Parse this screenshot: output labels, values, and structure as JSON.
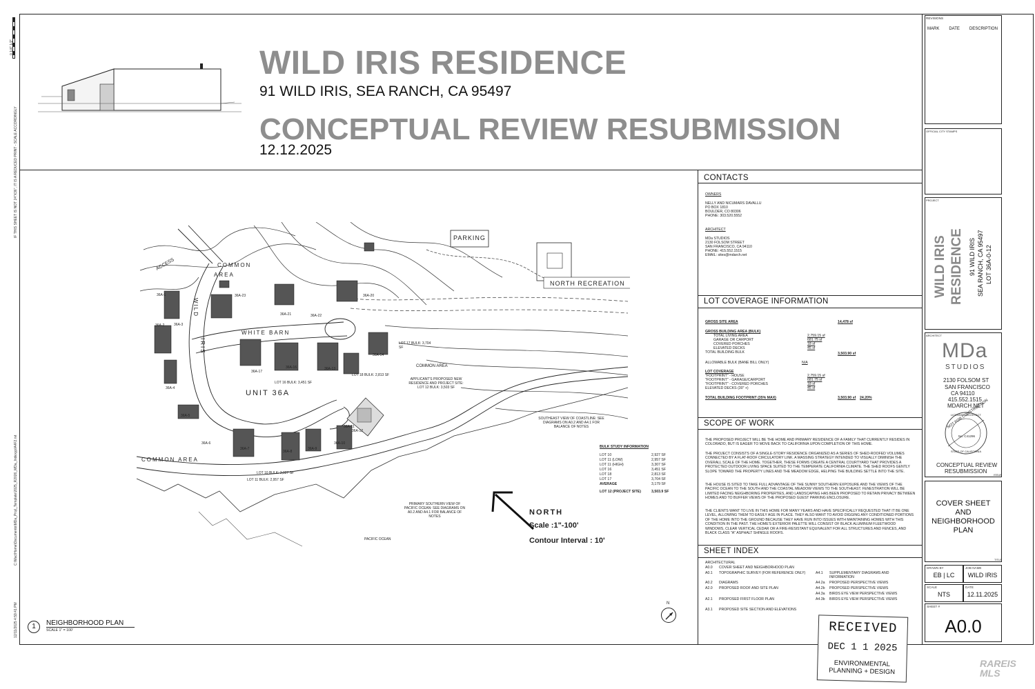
{
  "left_notes": {
    "top": "IF THIS SHEET IS NOT 24\"X36\", IT IS A REDUCED PRINT - SCALE ACCORDINGLY",
    "scale_bar": "0  1/4\"  1/2\"",
    "path": "C:\\Mac\\Home\\Documents\\MDa_Proj\\_Template\\2025_R2026_MDa_Indexyp\\A4F2.rvt",
    "timestamp": "12/11/2025 4:59:41 PM"
  },
  "header": {
    "title": "WILD IRIS RESIDENCE",
    "address": "91 WILD IRIS, SEA RANCH, CA 95497",
    "subtitle": "CONCEPTUAL REVIEW RESUBMISSION",
    "date": "12.12.2025"
  },
  "contacts": {
    "heading": "CONTACTS",
    "owners_label": "OWNERS",
    "owners_lines": [
      "NELLY AND NICUMARS DAVALLU",
      "PO BOX 1810",
      "BOULDER, CO 80306",
      "PHONE: 303.520.5552"
    ],
    "architect_label": "ARCHITECT",
    "architect_lines": [
      "MDa STUDIOS",
      "2130 FOLSOM STREET",
      "SAN FRANCISCO, CA 94110",
      "PHONE: 415.552.1515",
      "EMAIL: sites@mdarch.net"
    ]
  },
  "lot_coverage": {
    "heading": "LOT COVERAGE INFORMATION",
    "gross_site_label": "GROSS SITE AREA",
    "gross_site_value": "14,478 sf",
    "bulk_label": "GROSS BUILDING AREA (BULK)",
    "bulk_rows": [
      {
        "label": "TOTAL LIVING AREA",
        "value": "2,759.15 sf"
      },
      {
        "label": "GARAGE OR CARPORT",
        "value": "681.75 sf"
      },
      {
        "label": "COVERED PORCHES",
        "value": "18 sf"
      },
      {
        "label": "ELEVATED DECKS",
        "value": "45 sf"
      }
    ],
    "total_bulk_label": "TOTAL BUILDING BULK",
    "total_bulk_value": "3,503.90 sf",
    "allowable_label": "ALLOWABLE BULK (BANE BILL ONLY)",
    "allowable_value": "N/A",
    "footprint_label": "LOT COVERAGE",
    "footprint_rows": [
      {
        "label": "\"FOOTPRINT\" - HOUSE",
        "value": "2,759.15 sf"
      },
      {
        "label": "\"FOOTPRINT\" - GARAGE/CARPORT",
        "value": "681.75 sf"
      },
      {
        "label": "\"FOOTPRINT\" - COVERED PORCHES",
        "value": "18 sf"
      },
      {
        "label": "ELEVATED DECKS (30\" +)",
        "value": "45 sf"
      }
    ],
    "total_footprint_label": "TOTAL BUILDING FOOTPRINT (35% MAX)",
    "total_footprint_value": "3,503.90 sf",
    "total_footprint_pct": "24.20%"
  },
  "scope": {
    "heading": "SCOPE OF WORK",
    "p1": "THE PROPOSED PROJECT WILL BE THE HOME AND PRIMARY RESIDENCE OF A FAMILY THAT CURRENTLY RESIDES IN COLORADO, BUT IS EAGER TO MOVE BACK TO CALIFORNIA UPON COMPLETION OF THIS HOME.",
    "p2": "THE PROJECT CONSISTS OF A SINGLE-STORY RESIDENCE ORGANIZED AS A SERIES OF SHED-ROOFED VOLUMES CONNECTED BY A FLAT-ROOF CIRCULATORY LINK. A MASSING STRATEGY INTENDED TO VISUALLY DIMINISH THE OVERALL SCALE OF THE HOME. TOGETHER, THESE FORMS CREATE A CENTRAL COURTYARD THAT PROVIDES A PROTECTED OUTDOOR LIVING SPACE SUITED TO THE TEMPERATE CALIFORNIA CLIMATE. THE SHED ROOFS GENTLY SLOPE TOWARD THE PROPERTY LINES AND THE MEADOW EDGE, HELPING THE BUILDING SETTLE INTO THE SITE.",
    "p3": "THE HOUSE IS SITED TO TAKE FULL ADVANTAGE OF THE SUNNY SOUTHERN EXPOSURE AND THE VIEWS OF THE PACIFIC OCEAN TO THE SOUTH AND THE COASTAL MEADOW VIEWS TO THE SOUTHEAST. FENESTRATION WILL BE LIMITED FACING NEIGHBORING PROPERTIES, AND LANDSCAPING HAS BEEN PROPOSED TO RETAIN PRIVACY BETWEEN HOMES AND TO BUFFER VIEWS OF THE PROPOSED GUEST PARKING ENCLOSURE.",
    "p4": "THE CLIENTS WANT TO LIVE IN THIS HOME FOR MANY YEARS AND HAVE SPECIFICALLY REQUESTED THAT IT BE ONE LEVEL, ALLOWING THEM TO EASILY AGE IN PLACE. THEY ALSO WANT TO AVOID DIGGING ANY CONDITIONED PORTIONS OF THE HOME INTO THE GROUND BECAUSE THEY HAVE RUN INTO ISSUES WITH MAINTAINING HOMES WITH THIS CONDITION IN THE PAST. THE HOME'S EXTERIOR PALETTE WILL CONSIST OF BLACK ALUMINUM FLEETWOOD WINDOWS, CLEAR VERTICAL CEDAR OR A FIRE-RESISTANT EQUIVALENT FOR ALL STRUCTURES AND FENCES, AND BLACK CLASS \"A\" ASPHALT SHINGLE ROOFS."
  },
  "sheet_index": {
    "heading": "SHEET INDEX",
    "category": "ARCHITECTURAL",
    "left": [
      {
        "num": "A0.0",
        "name": "COVER SHEET AND NEIGHBORHOOD PLAN"
      },
      {
        "num": "A0.1",
        "name": "TOPOGRAPHIC SURVEY (FOR REFERENCE ONLY)"
      },
      {
        "num": "A0.2",
        "name": "DIAGRAMS"
      },
      {
        "num": "A2.0",
        "name": "PROPOSED ROOF AND SITE PLAN"
      },
      {
        "num": "A2.1",
        "name": "PROPOSED FIRST FLOOR PLAN"
      },
      {
        "num": "A3.1",
        "name": "PROPOSED SITE SECTION AND ELEVATIONS"
      }
    ],
    "right": [
      {
        "num": "A4.1",
        "name": "SUPPLEMENTARY DIAGRAMS AND INFORMATION"
      },
      {
        "num": "A4.2a",
        "name": "PROPOSED PERSPECTIVE VIEWS"
      },
      {
        "num": "A4.2b",
        "name": "PROPOSED PERSPECTIVE VIEWS"
      },
      {
        "num": "A4.3a",
        "name": "BIRDS EYE VIEW PERSPECTIVE VIEWS"
      },
      {
        "num": "A4.3b",
        "name": "BIRDS EYE VIEW PERSPECTIVE VIEWS"
      }
    ]
  },
  "title_block": {
    "revisions_label": "REVISIONS",
    "rev_cols": [
      "MARK",
      "DATE",
      "DESCRIPTION"
    ],
    "official_stamps": "OFFICIAL CITY STAMPS",
    "project_label": "PROJECT",
    "project_name_1": "WILD IRIS",
    "project_name_2": "RESIDENCE",
    "project_addr_1": "91 WILD IRIS",
    "project_addr_2": "SEA RANCH, CA 95497",
    "project_addr_3": "LOT 36A-0-12",
    "architect_label": "ARCHITECT",
    "firm_mark": "MDa",
    "firm_studios": "STUDIOS",
    "firm_lines": [
      "2130 FOLSOM ST",
      "SAN FRANCISCO",
      "CA 94110",
      "415.552.1515",
      "MDARCH.NET"
    ],
    "seal_top": "LICENSED ARCHITECT",
    "seal_mid": "NOT FOR CONSTRUCTION",
    "seal_num": "No. C41296",
    "seal_bottom": "STATE OF CALIFORNIA",
    "issue_text_1": "CONCEPTUAL REVIEW",
    "issue_text_2": "RESUBMISSION",
    "issue_label": "ISSUE",
    "sheet_title": "COVER SHEET AND NEIGHBORHOOD PLAN",
    "title_label": "TITLE",
    "drawn_by_label": "DRAWN BY",
    "drawn_by": "EB | LC",
    "job_name_label": "JOB NAME",
    "job_name": "WILD IRIS",
    "scale_label": "SCALE",
    "scale": "NTS",
    "date_label": "DATE",
    "date": "12.11.2025",
    "sheet_label": "SHEET #",
    "sheet_num": "A0.0"
  },
  "map": {
    "parking": "PARKING",
    "north_recreation": "NORTH RECREATION",
    "common_area_1": "COMMON",
    "common_area_1b": "AREA",
    "common_area_2": "COMMON AREA",
    "common_area_3": "COMMON AREA",
    "access": "ACCESS",
    "wild": "WILD",
    "iris": "IRIS",
    "white_barn": "WHITE  BARN",
    "unit": "UNIT   36A",
    "lot17": "LOT 17 BULK: 3,704 SF",
    "lot16": "LOT 16 BULK: 3,451 SF",
    "lot18": "LOT 18 BULK: 2,813 SF",
    "lot10": "LOT 10 BULK: 2,927 SF",
    "lot11": "LOT 11 BULK: 2,957 SF",
    "applicant": "APPLICANT'S PROPOSED NEW RESIDENCE AND PROJECT SITE: LOT 12 BULK: 3,503 SF",
    "southeast": "SOUTHEAST VIEW OF COASTLINE: SEE DIAGRAMS ON A0.2 AND A4.1 FOR BALANCE OF NOTES",
    "southern": "PRIMARY SOUTHERN VIEW OF PACIFIC OCEAN: SEE DIAGRAMS ON A0.2 AND A4.1 FOR BALANCE OF NOTES",
    "pacific": "PACIFIC OCEAN",
    "north_label": "NORTH",
    "scale_label": "Scale :1\"-100'",
    "contour_label": "Contour Interval : 10'",
    "lot_tags": [
      "36A-1",
      "36A-2",
      "36A-3",
      "36A-4",
      "36A-5",
      "36A-6",
      "36A-7",
      "36A-8",
      "36A-9",
      "36A-10",
      "36A-11",
      "36A-12",
      "36A-13",
      "36A-14",
      "36A-16",
      "36A-17",
      "36A-20",
      "36A-21",
      "36A-22",
      "36A-23"
    ],
    "bulk_heading": "BULK STUDY INFORMATION",
    "bulk_rows": [
      {
        "label": "LOT 10",
        "value": "2,927 SF"
      },
      {
        "label": "LOT 11 (LOW)",
        "value": "2,957 SF"
      },
      {
        "label": "LOT 11 (HIGH)",
        "value": "3,307 SF"
      },
      {
        "label": "LOT 16",
        "value": "3,451 SF"
      },
      {
        "label": "LOT 18",
        "value": "2,813 SF"
      },
      {
        "label": "LOT 17",
        "value": "3,704 SF"
      },
      {
        "label": "AVERAGE",
        "value": "3,179 SF"
      }
    ],
    "bulk_project_label": "LOT 12 (PROJECT SITE)",
    "bulk_project_value": "3,503.9 SF",
    "drawing_num": "1",
    "drawing_title": "NEIGHBORHOOD PLAN",
    "drawing_scale": "SCALE 1\" = 100'",
    "north_arrow_letter": "N"
  },
  "received_stamp": {
    "line1": "RECEIVED",
    "line2": "DEC 1 1 2025",
    "line3": "ENVIRONMENTAL",
    "line4": "PLANNING + DESIGN"
  },
  "watermark": "RAREIS MLS"
}
